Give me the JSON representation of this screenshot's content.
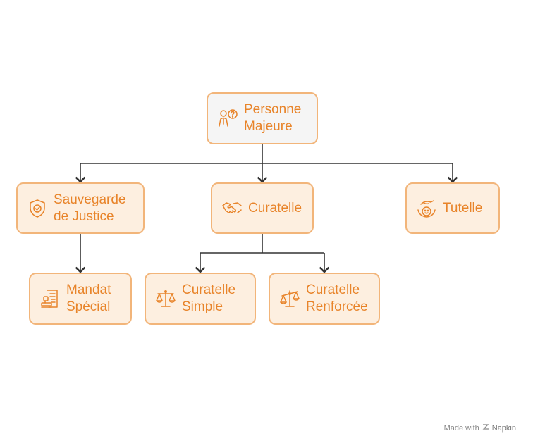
{
  "diagram": {
    "root": {
      "label": "Personne\nMajeure",
      "icon": "person-question-icon"
    },
    "children": [
      {
        "label": "Sauvegarde\nde Justice",
        "icon": "shield-check-icon",
        "children": [
          {
            "label": "Mandat\nSpécial",
            "icon": "document-stamp-icon"
          }
        ]
      },
      {
        "label": "Curatelle",
        "icon": "handshake-icon",
        "children": [
          {
            "label": "Curatelle\nSimple",
            "icon": "scales-icon"
          },
          {
            "label": "Curatelle\nRenforcée",
            "icon": "scales-tilted-icon"
          }
        ]
      },
      {
        "label": "Tutelle",
        "icon": "caring-hand-icon"
      }
    ]
  },
  "colors": {
    "accent": "#e8842a",
    "border": "#f2b57a",
    "fill": "#fdefe0",
    "root_fill": "#f5f5f5",
    "connector": "#333333"
  },
  "footer": {
    "made_with": "Made with",
    "brand": "Napkin",
    "logo_icon": "napkin-logo-icon"
  }
}
